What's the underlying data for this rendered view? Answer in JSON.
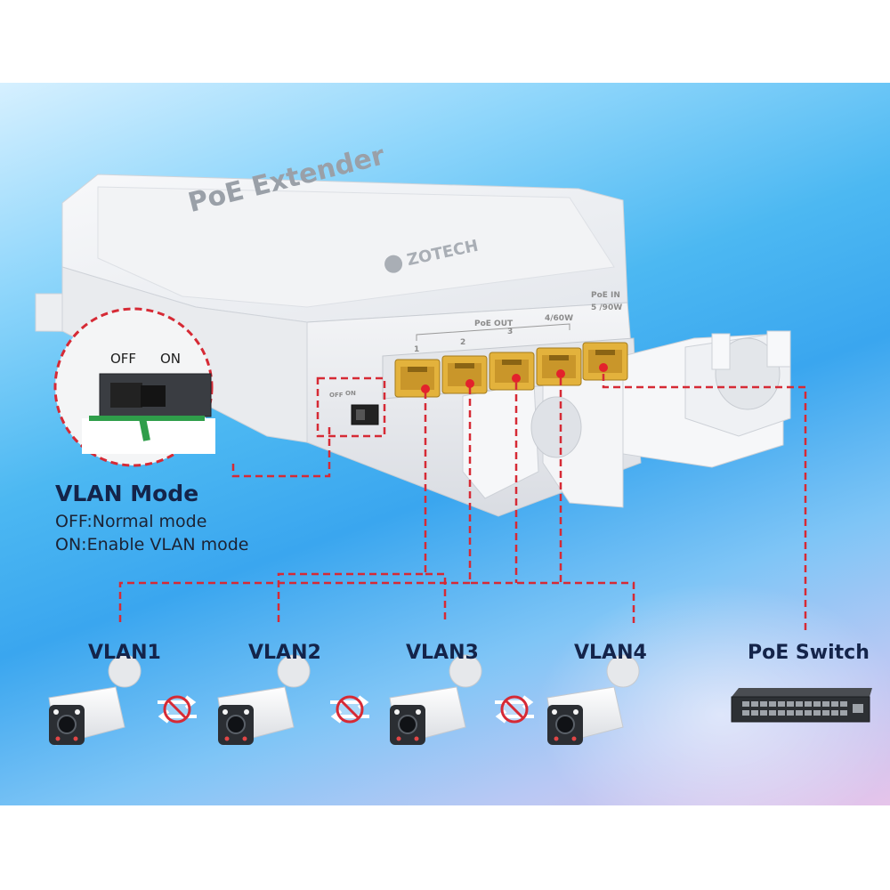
{
  "device": {
    "title": "PoE Extender",
    "brand": "ZOTECH",
    "poe_out_label": "PoE OUT",
    "port_numbers": [
      "1",
      "2",
      "3",
      "4/60W"
    ],
    "poe_in_label": "PoE IN",
    "poe_in_port": "5 /90W",
    "switch_off": "OFF",
    "switch_on": "ON"
  },
  "zoom_switch": {
    "off_label": "OFF",
    "on_label": "ON"
  },
  "vlan_mode": {
    "title": "VLAN Mode",
    "off_desc": "OFF:Normal mode",
    "on_desc": "ON:Enable VLAN mode"
  },
  "cameras": [
    {
      "label": "VLAN1"
    },
    {
      "label": "VLAN2"
    },
    {
      "label": "VLAN3"
    },
    {
      "label": "VLAN4"
    }
  ],
  "poe_switch": {
    "label": "PoE Switch"
  },
  "colors": {
    "connector_line": "#d62a35",
    "port_gold": "#e3b23c",
    "label_navy": "#14244a"
  },
  "icons": {
    "isolation": "no-communication-icon",
    "camera": "bullet-camera-icon",
    "switch": "network-switch-icon"
  }
}
